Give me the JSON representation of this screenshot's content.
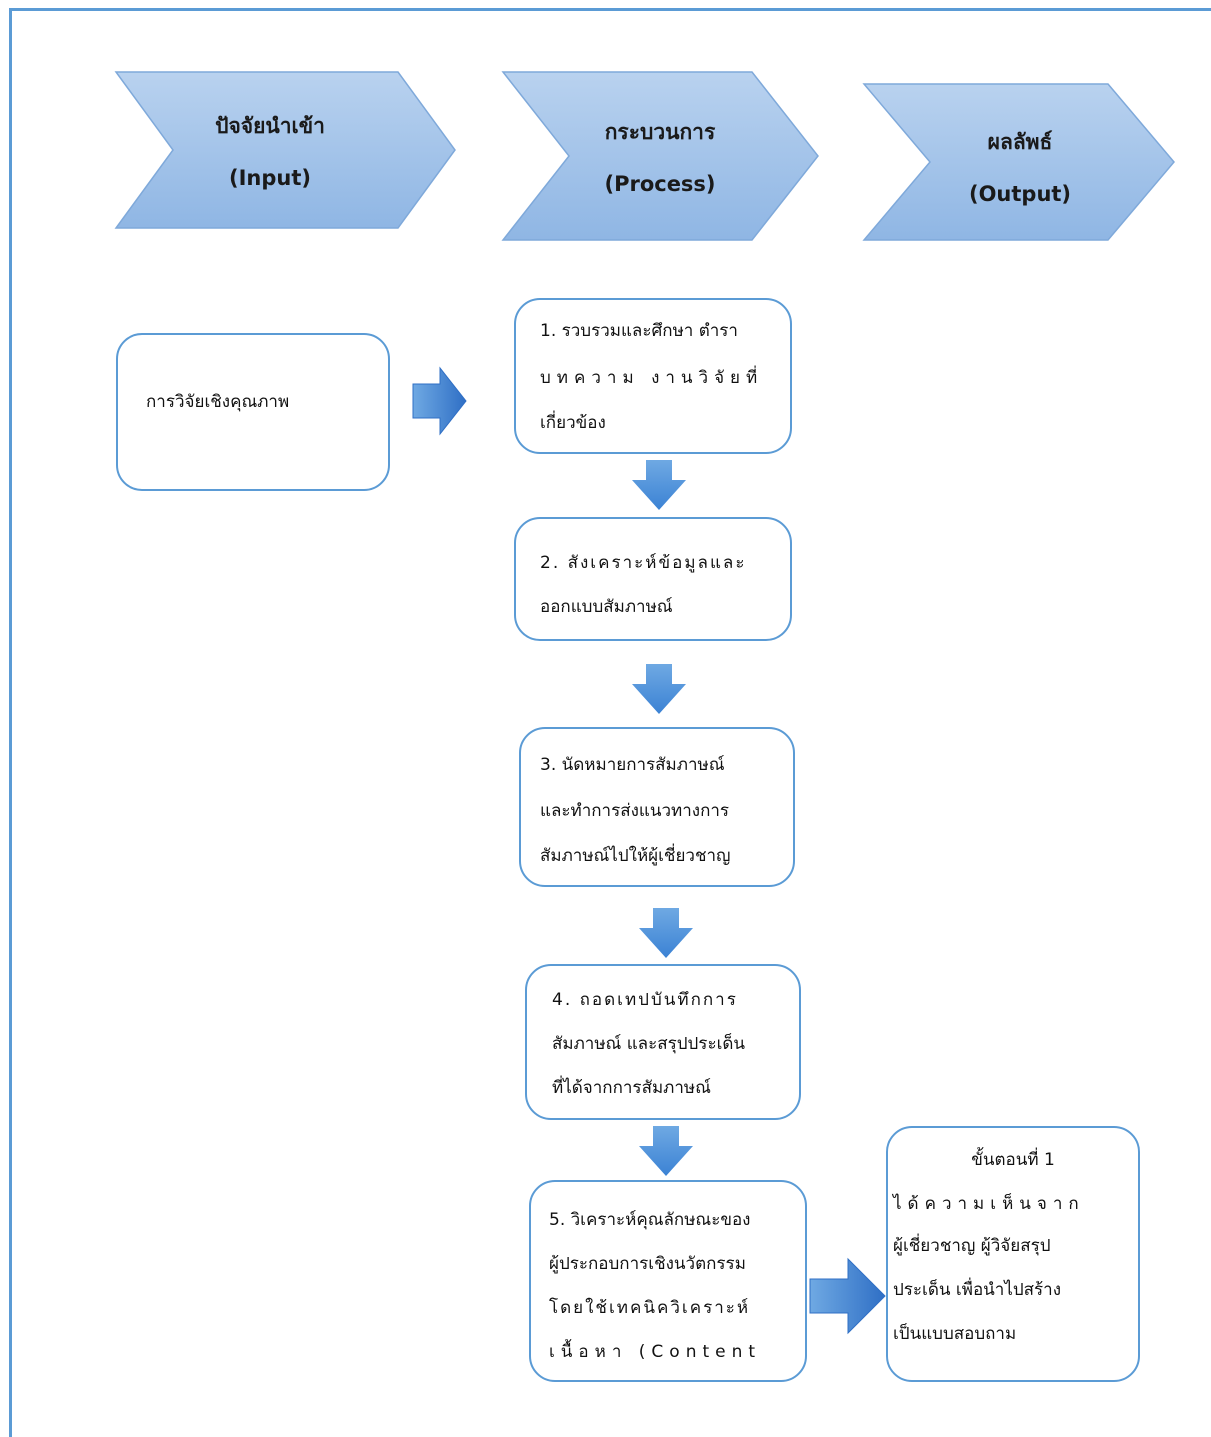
{
  "header": {
    "input": {
      "line1": "ปัจจัยนำเข้า",
      "line2": "(Input)"
    },
    "process": {
      "line1": "กระบวนการ",
      "line2": "(Process)"
    },
    "output": {
      "line1": "ผลลัพธ์",
      "line2": "(Output)"
    }
  },
  "input_box": {
    "text": "การวิจัยเชิงคุณภาพ"
  },
  "steps": [
    {
      "lines": [
        "1. รวบรวมและศึกษา ตำรา",
        "บทความ งานวิจัยที่",
        "เกี่ยวข้อง"
      ]
    },
    {
      "lines": [
        "2. สังเคราะห์ข้อมูลและ",
        "ออกแบบสัมภาษณ์"
      ]
    },
    {
      "lines": [
        "3. นัดหมายการสัมภาษณ์",
        "และทำการส่งแนวทางการ",
        "สัมภาษณ์ไปให้ผู้เชี่ยวชาญ"
      ]
    },
    {
      "lines": [
        "4. ถอดเทปบันทึกการ",
        "สัมภาษณ์ และสรุปประเด็น",
        "ที่ได้จากการสัมภาษณ์"
      ]
    },
    {
      "lines": [
        "5. วิเคราะห์คุณลักษณะของ",
        "ผู้ประกอบการเชิงนวัตกรรม",
        "โดยใช้เทคนิควิเคราะห์",
        "เนื้อหา (Content"
      ]
    }
  ],
  "output_box": {
    "lines": [
      "ขั้นตอนที่ 1",
      "ได้ความเห็นจาก",
      "ผู้เชี่ยวชาญ ผู้วิจัยสรุป",
      "ประเด็น เพื่อนำไปสร้าง",
      "เป็นแบบสอบถาม"
    ]
  },
  "colors": {
    "accent": "#5b9bd5",
    "chevron_fill": "#a4c4ea",
    "arrow_fill": "#4a8fd8"
  }
}
